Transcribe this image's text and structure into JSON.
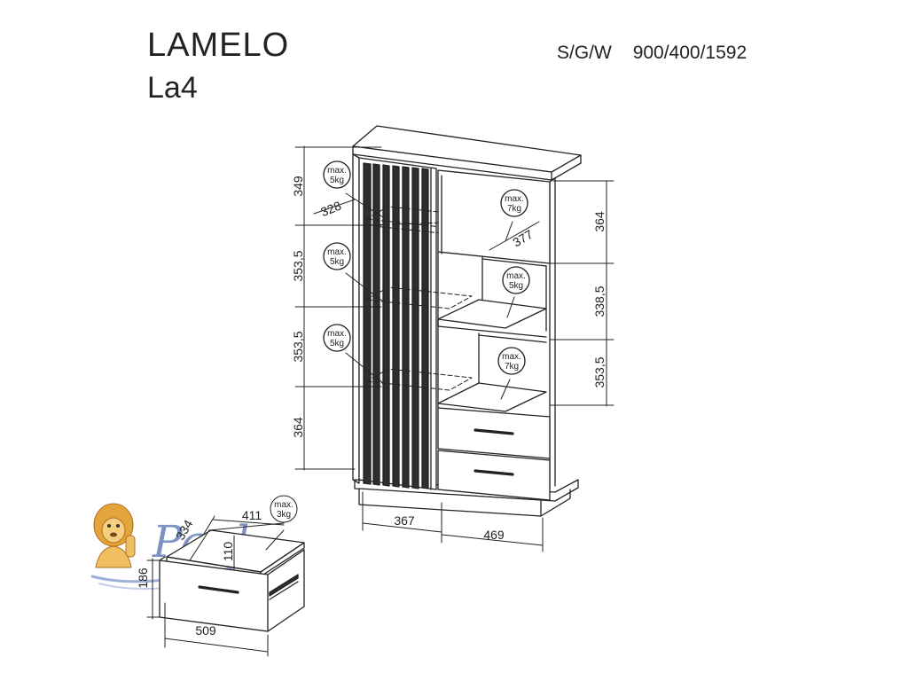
{
  "header": {
    "title": "LAMELO",
    "model": "La4",
    "dims_label": "S/G/W",
    "dims_value": "900/400/1592"
  },
  "cabinet": {
    "left_heights": [
      "349",
      "353,5",
      "353,5",
      "364"
    ],
    "right_heights": [
      "364",
      "338,5",
      "353,5"
    ],
    "widths": [
      "367",
      "469"
    ],
    "shelf_depth": "328",
    "shelf_width": "377",
    "load_left": [
      {
        "line1": "max.",
        "line2": "5kg"
      },
      {
        "line1": "max.",
        "line2": "5kg"
      },
      {
        "line1": "max.",
        "line2": "5kg"
      }
    ],
    "load_right": [
      {
        "line1": "max.",
        "line2": "7kg"
      },
      {
        "line1": "max.",
        "line2": "5kg"
      },
      {
        "line1": "max.",
        "line2": "7kg"
      }
    ]
  },
  "drawer": {
    "width": "509",
    "depth": "334",
    "inner_width": "411",
    "inner_height": "110",
    "front_height": "186",
    "load": {
      "line1": "max.",
      "line2": "3kg"
    }
  },
  "logo": {
    "text": "Paul"
  }
}
